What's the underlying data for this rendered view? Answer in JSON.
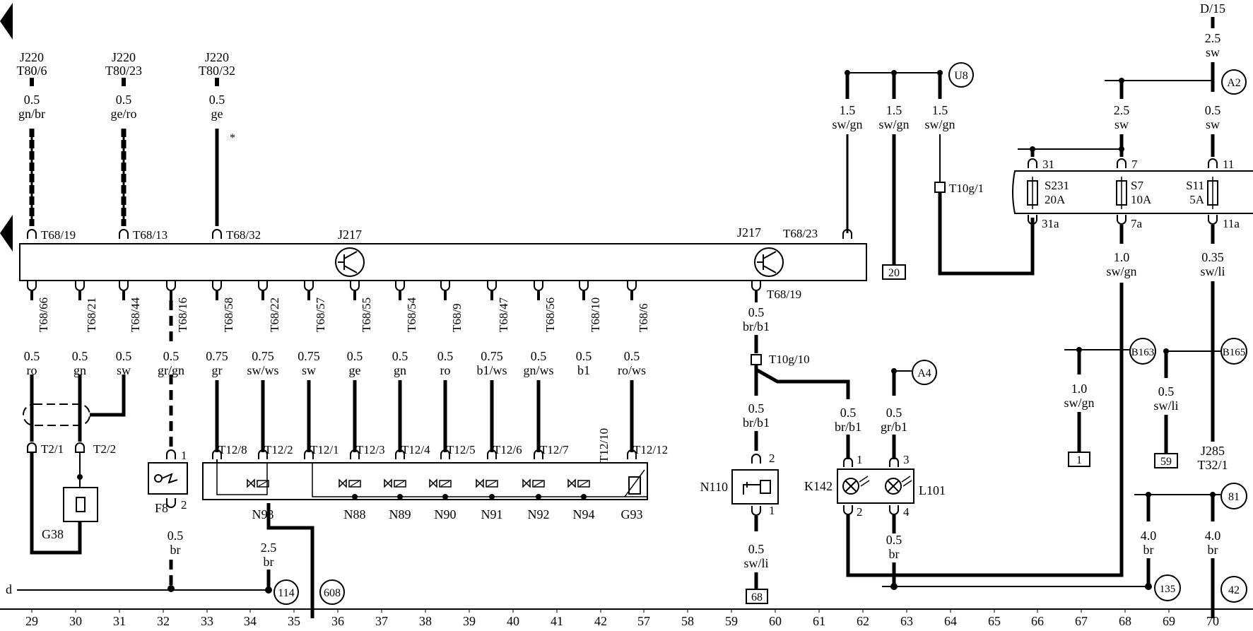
{
  "connectors_top": [
    {
      "ref": "J220",
      "pin": "T80/6",
      "size": "0.5",
      "color": "gn/br"
    },
    {
      "ref": "J220",
      "pin": "T80/23",
      "size": "0.5",
      "color": "ge/ro"
    },
    {
      "ref": "J220",
      "pin": "T80/32",
      "size": "0.5",
      "color": "ge"
    }
  ],
  "asterisk": "*",
  "top_pins": [
    "T68/19",
    "T68/13",
    "T68/32",
    "T68/23"
  ],
  "module_label": "J217",
  "bottom_pins": [
    "T68/66",
    "T68/21",
    "T68/44",
    "T68/16",
    "T68/58",
    "T68/22",
    "T68/57",
    "T68/55",
    "T68/54",
    "T68/9",
    "T68/47",
    "T68/56",
    "T68/10",
    "T68/6"
  ],
  "wires": [
    {
      "size": "0.5",
      "color": "ro"
    },
    {
      "size": "0.5",
      "color": "gn"
    },
    {
      "size": "0.5",
      "color": "sw"
    },
    {
      "size": "0.5",
      "color": "gr/gn"
    },
    {
      "size": "0.75",
      "color": "gr"
    },
    {
      "size": "0.75",
      "color": "sw/ws"
    },
    {
      "size": "0.75",
      "color": "sw"
    },
    {
      "size": "0.5",
      "color": "ge"
    },
    {
      "size": "0.5",
      "color": "gn"
    },
    {
      "size": "0.5",
      "color": "ro"
    },
    {
      "size": "0.75",
      "color": "b1/ws"
    },
    {
      "size": "0.5",
      "color": "gn/ws"
    },
    {
      "size": "0.5",
      "color": "b1"
    },
    {
      "size": "0.5",
      "color": "ro/ws"
    }
  ],
  "t2": [
    "T2/1",
    "T2/2"
  ],
  "t12": [
    "T12/8",
    "T12/2",
    "T12/1",
    "T12/3",
    "T12/4",
    "T12/5",
    "T12/6",
    "T12/7",
    "T12/10",
    "T12/12"
  ],
  "components": [
    "G38",
    "F8",
    "N93",
    "N88",
    "N89",
    "N90",
    "N91",
    "N92",
    "N94",
    "G93",
    "N110",
    "K142",
    "L101"
  ],
  "f8_pins": [
    "1",
    "2"
  ],
  "f8_wire": {
    "size": "0.5",
    "color": "br"
  },
  "n93_wire": {
    "size": "2.5",
    "color": "br"
  },
  "d_label": "d",
  "circles": [
    "114",
    "608",
    "U8",
    "A2",
    "A4",
    "B163",
    "B165",
    "81",
    "135",
    "42"
  ],
  "boxes": [
    "20",
    "1",
    "59",
    "68"
  ],
  "j217_right": {
    "pin": "T68/19",
    "w1": {
      "size": "0.5",
      "color": "br/b1"
    },
    "t10": "T10g/10",
    "w2": {
      "size": "0.5",
      "color": "br/b1"
    },
    "pin2": "2",
    "pin1": "1",
    "w3": {
      "size": "0.5",
      "color": "sw/li"
    }
  },
  "k142": {
    "wire": {
      "size": "0.5",
      "color": "br/b1"
    },
    "pin1": "1",
    "pin2": "2"
  },
  "l101": {
    "wire": {
      "size": "0.5",
      "color": "gr/b1"
    },
    "pin3": "3",
    "pin4": "4",
    "wire_bottom": {
      "size": "0.5",
      "color": "br"
    }
  },
  "u8_wires": [
    {
      "size": "1.5",
      "color": "sw/gn"
    },
    {
      "size": "1.5",
      "color": "sw/gn"
    },
    {
      "size": "1.5",
      "color": "sw/gn"
    }
  ],
  "t10g1": "T10g/1",
  "d15": "D/15",
  "d15_wire": {
    "size": "2.5",
    "color": "sw"
  },
  "fuse_top_wires": [
    {
      "size": "2.5",
      "color": "sw"
    },
    {
      "size": "0.5",
      "color": "sw"
    }
  ],
  "fuse_pins_top": [
    "31",
    "7",
    "11"
  ],
  "fuse_pins_bottom": [
    "31a",
    "7a",
    "11a"
  ],
  "fuses": [
    {
      "name": "S231",
      "rating": "20A"
    },
    {
      "name": "S7",
      "rating": "10A"
    },
    {
      "name": "S11",
      "rating": "5A"
    }
  ],
  "fuse_out_wires": [
    {
      "size": "1.0",
      "color": "sw/gn"
    },
    {
      "size": "0.35",
      "color": "sw/li"
    }
  ],
  "b163_wire": {
    "size": "1.0",
    "color": "sw/gn"
  },
  "b165_wire": {
    "size": "0.5",
    "color": "sw/li"
  },
  "j285": {
    "ref": "J285",
    "pin": "T32/1"
  },
  "wire_81": [
    {
      "size": "4.0",
      "color": "br"
    },
    {
      "size": "4.0",
      "color": "br"
    }
  ],
  "columns": [
    "29",
    "30",
    "31",
    "32",
    "33",
    "34",
    "35",
    "36",
    "37",
    "38",
    "39",
    "40",
    "41",
    "42",
    "57",
    "58",
    "59",
    "60",
    "61",
    "62",
    "63",
    "64",
    "65",
    "66",
    "67",
    "68",
    "69",
    "70"
  ]
}
